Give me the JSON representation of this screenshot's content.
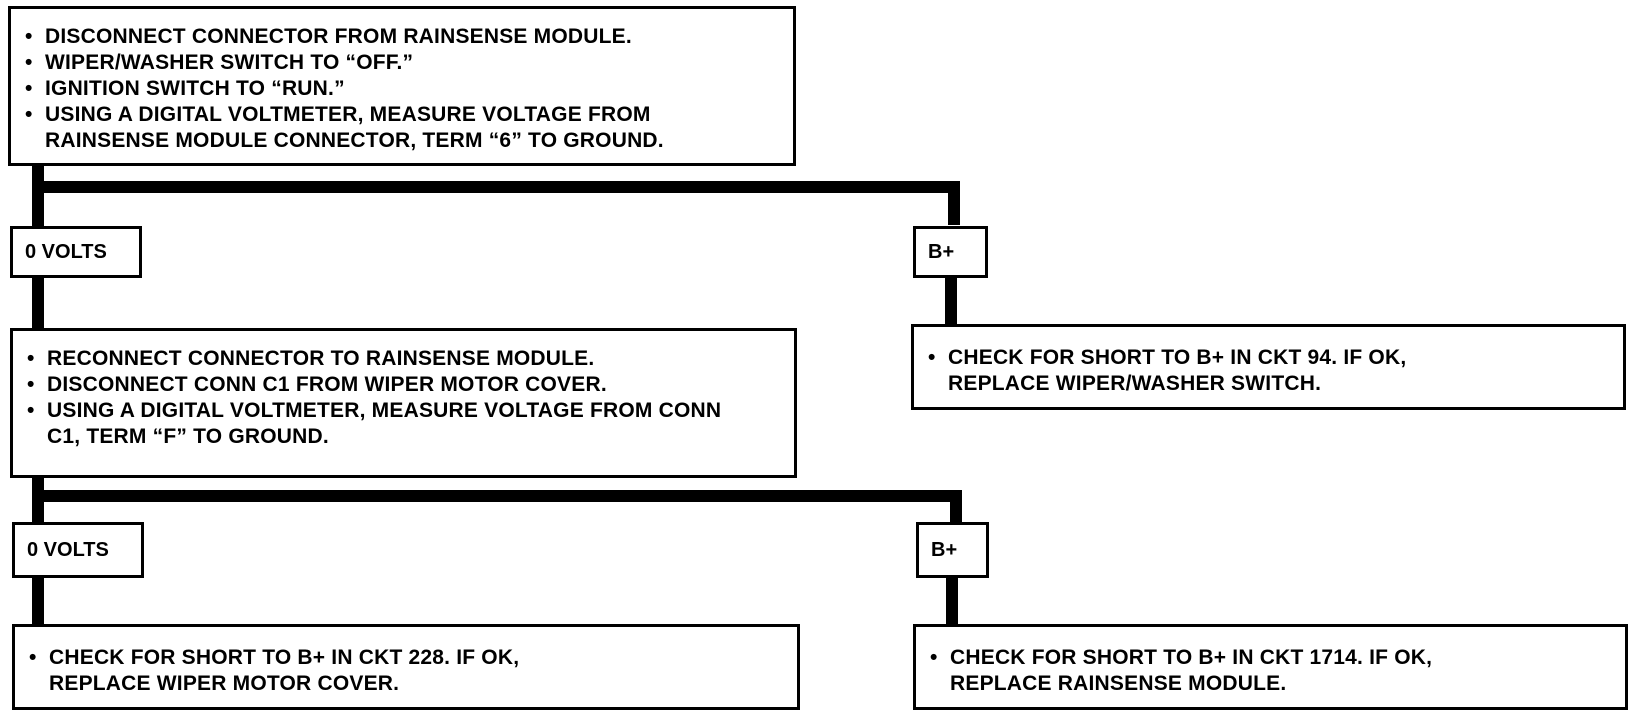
{
  "step1": {
    "items": [
      "DISCONNECT CONNECTOR FROM RAINSENSE MODULE.",
      "WIPER/WASHER SWITCH TO “OFF.”",
      "IGNITION SWITCH TO “RUN.”",
      "USING A DIGITAL VOLTMETER, MEASURE VOLTAGE FROM RAINSENSE MODULE CONNECTOR, TERM “6” TO GROUND."
    ]
  },
  "branch1": {
    "left_label": "0 VOLTS",
    "right_label": "B+"
  },
  "step2": {
    "items": [
      "RECONNECT CONNECTOR TO RAINSENSE MODULE.",
      "DISCONNECT CONN C1 FROM WIPER MOTOR COVER.",
      "USING A DIGITAL VOLTMETER, MEASURE VOLTAGE FROM CONN C1, TERM “F” TO GROUND."
    ]
  },
  "result_b1": {
    "items": [
      "CHECK FOR SHORT TO B+ IN CKT 94. IF OK, REPLACE WIPER/WASHER SWITCH."
    ]
  },
  "branch2": {
    "left_label": "0 VOLTS",
    "right_label": "B+"
  },
  "result_0v2": {
    "items": [
      "CHECK FOR SHORT TO B+ IN CKT 228. IF OK, REPLACE WIPER MOTOR COVER."
    ]
  },
  "result_b2": {
    "items": [
      "CHECK FOR SHORT TO B+ IN CKT 1714. IF OK, REPLACE RAINSENSE MODULE."
    ]
  }
}
